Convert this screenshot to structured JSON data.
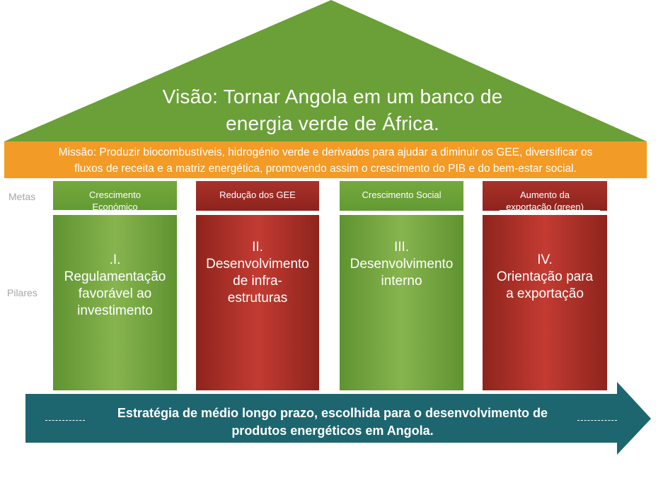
{
  "vision": {
    "line1": "Visão: Tornar Angola em um banco de",
    "line2": "energia verde de África."
  },
  "mission": {
    "line1": "Missão: Produzir biocombustíveis, hidrogénio verde e derivados para ajudar a diminuir os GEE, diversificar os",
    "line2": "fluxos de receita e a matriz energética, promovendo assim o crescimento do PIB e do bem-estar social."
  },
  "labels": {
    "metas": "Metas",
    "pilares": "Pilares"
  },
  "goals": [
    {
      "line1": "Crescimento",
      "line2": "Económico"
    },
    {
      "line1": "Redução dos GEE",
      "line2": ""
    },
    {
      "line1": "Crescimento Social",
      "line2": ""
    },
    {
      "line1": "Aumento da",
      "line2": "exportação (green)"
    }
  ],
  "pillars": [
    {
      "num": ".I.",
      "l1": "Regulamentação",
      "l2": "favorável ao",
      "l3": "investimento",
      "l4": ""
    },
    {
      "num": "II.",
      "l1": "Desenvolvimento",
      "l2": "de infra-",
      "l3": "estruturas",
      "l4": ""
    },
    {
      "num": "III.",
      "l1": "Desenvolvimento",
      "l2": "interno",
      "l3": "",
      "l4": ""
    },
    {
      "num": "IV.",
      "l1": "Orientação para",
      "l2": "a exportação",
      "l3": "",
      "l4": ""
    }
  ],
  "strategy": {
    "line1": "Estratégia de médio longo prazo, escolhida para o desenvolvimento de",
    "line2": "produtos energéticos em Angola."
  },
  "colors": {
    "roof": "#6aa037",
    "mission": "#f29b26",
    "green_pillar": "#76a83c",
    "red_pillar": "#a9322a",
    "arrow": "#1d6670",
    "label": "#a6a6a6"
  }
}
